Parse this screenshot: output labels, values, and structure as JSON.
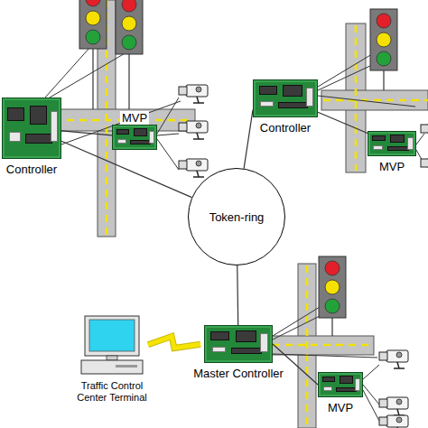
{
  "diagram": {
    "nodes": [
      {
        "text": [
          "Controller"
        ]
      },
      {
        "text": [
          "MVP"
        ]
      },
      {
        "text": [
          "Controller"
        ]
      },
      {
        "text": [
          "MVP"
        ]
      },
      {
        "text": [
          "Token-ring"
        ]
      },
      {
        "text": [
          "Master Controller"
        ]
      },
      {
        "text": [
          "MVP"
        ]
      },
      {
        "text": [
          "Traffic Control Center Terminal"
        ]
      }
    ],
    "edges": [
      {
        "from": 0,
        "to": 4,
        "arrow": "none"
      },
      {
        "from": 0,
        "to": 1,
        "arrow": "none"
      },
      {
        "from": 2,
        "to": 4,
        "arrow": "none"
      },
      {
        "from": 2,
        "to": 3,
        "arrow": "none"
      },
      {
        "from": 5,
        "to": 4,
        "arrow": "none"
      },
      {
        "from": 5,
        "to": 6,
        "arrow": "none"
      },
      {
        "from": 7,
        "to": 5,
        "arrow": "none"
      }
    ]
  }
}
